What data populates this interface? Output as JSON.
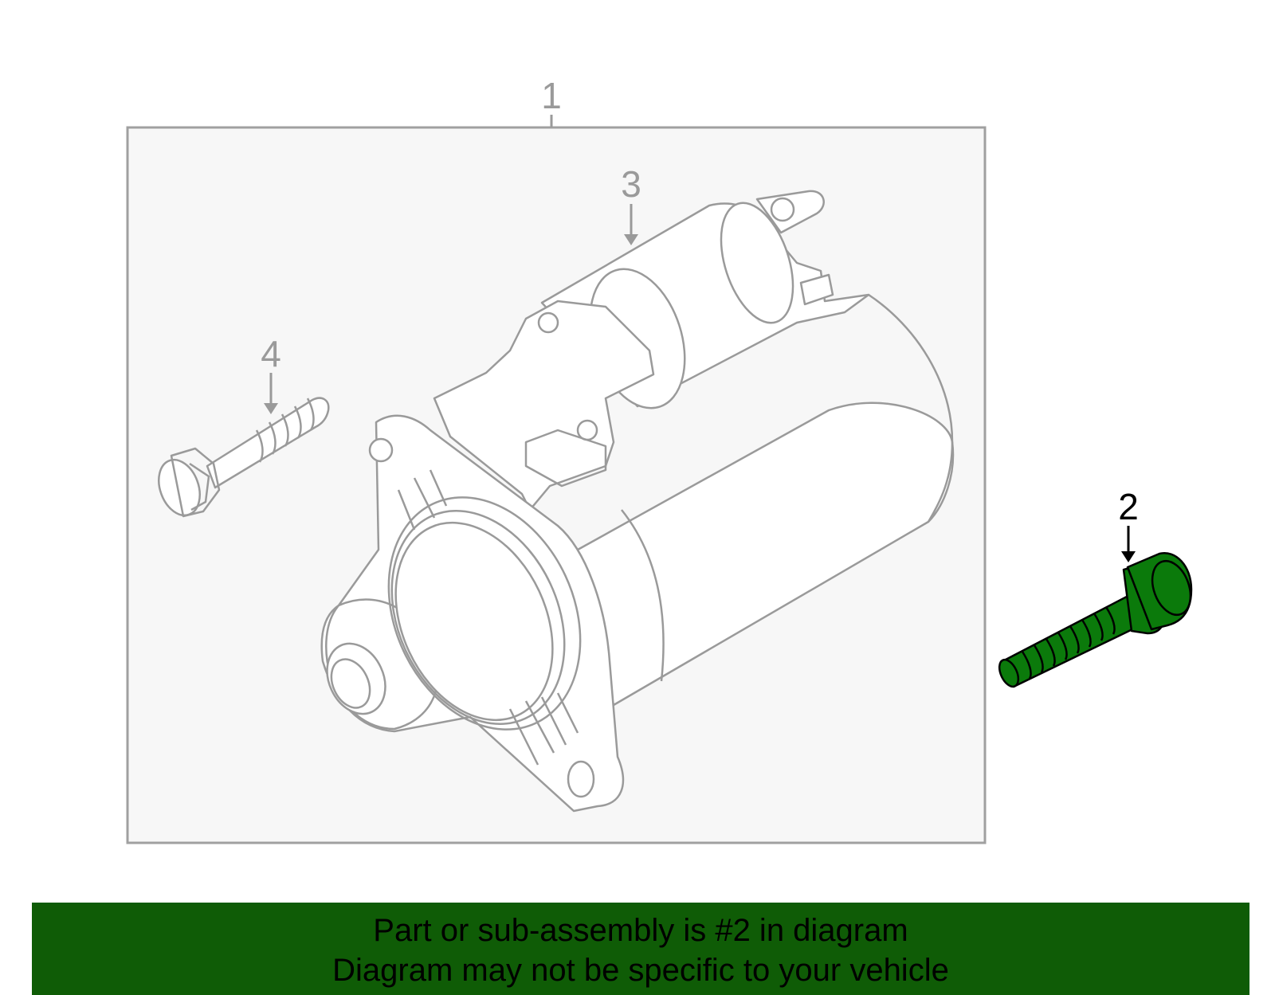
{
  "callouts": {
    "c1": "1",
    "c2": "2",
    "c3": "3",
    "c4": "4"
  },
  "banner": {
    "line1": "Part or sub-assembly is #2 in diagram",
    "line2": "Diagram may not be specific to your vehicle"
  },
  "colors": {
    "highlight": "#0b7a0b",
    "line": "#9a9a9a",
    "banner": "#0f5c06",
    "panel": "#f7f7f7"
  }
}
